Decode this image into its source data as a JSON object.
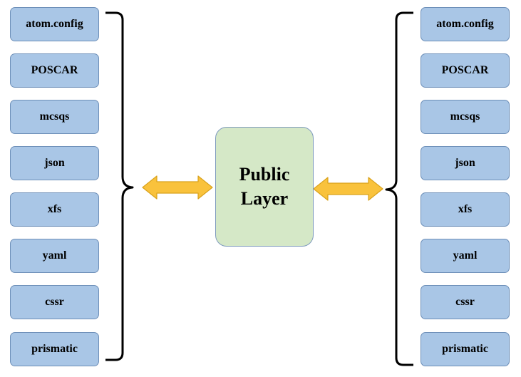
{
  "left_formats": [
    "atom.config",
    "POSCAR",
    "mcsqs",
    "json",
    "xfs",
    "yaml",
    "cssr",
    "prismatic"
  ],
  "right_formats": [
    "atom.config",
    "POSCAR",
    "mcsqs",
    "json",
    "xfs",
    "yaml",
    "cssr",
    "prismatic"
  ],
  "center": {
    "label": "Public Layer",
    "fill_color": "#d5e8c7"
  },
  "colors": {
    "format_box_fill": "#a9c6e6",
    "format_box_border": "#6d8fb8",
    "arrow_fill": "#f9c23c",
    "arrow_stroke": "#d9a21c",
    "bracket": "#000000"
  },
  "icons": {
    "left_arrow": "double-headed-arrow-icon",
    "right_arrow": "double-headed-arrow-icon",
    "left_bracket": "curly-brace-right-icon",
    "right_bracket": "curly-brace-left-icon"
  }
}
